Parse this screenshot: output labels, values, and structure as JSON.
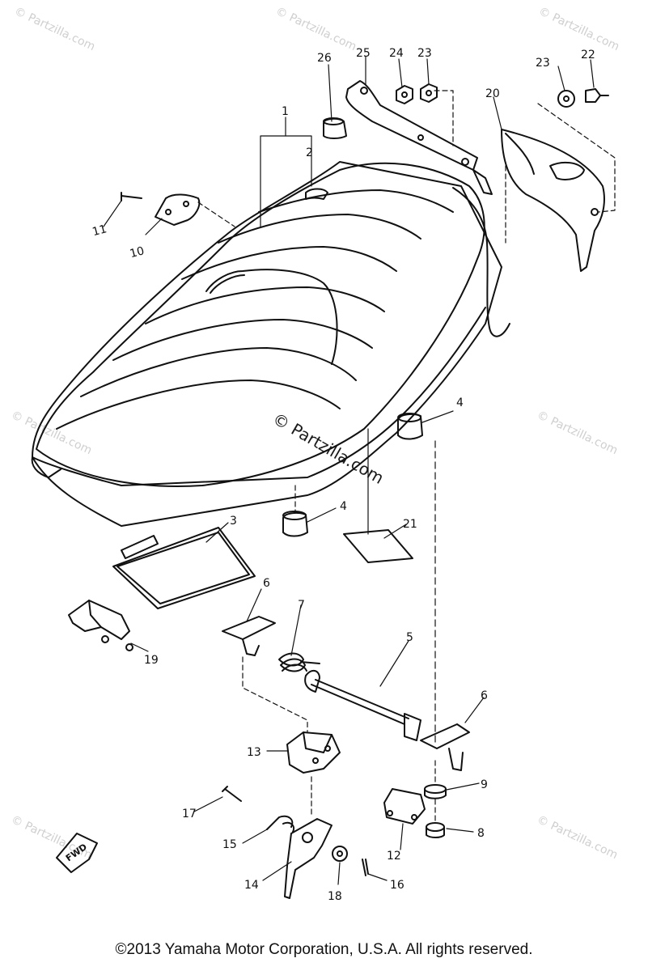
{
  "watermark": "© Partzilla.com",
  "copyright": "©2013 Yamaha Motor Corporation, U.S.A. All rights reserved.",
  "fwd_label": "FWD",
  "callouts": {
    "p1": "1",
    "p2": "2",
    "p3": "3",
    "p4a": "4",
    "p4b": "4",
    "p5": "5",
    "p6a": "6",
    "p6b": "6",
    "p7": "7",
    "p8": "8",
    "p9": "9",
    "p10": "10",
    "p11": "11",
    "p12": "12",
    "p13": "13",
    "p14": "14",
    "p15": "15",
    "p16": "16",
    "p17": "17",
    "p18": "18",
    "p19": "19",
    "p20": "20",
    "p21": "21",
    "p22": "22",
    "p23a": "23",
    "p23b": "23",
    "p24": "24",
    "p25": "25",
    "p26": "26"
  }
}
